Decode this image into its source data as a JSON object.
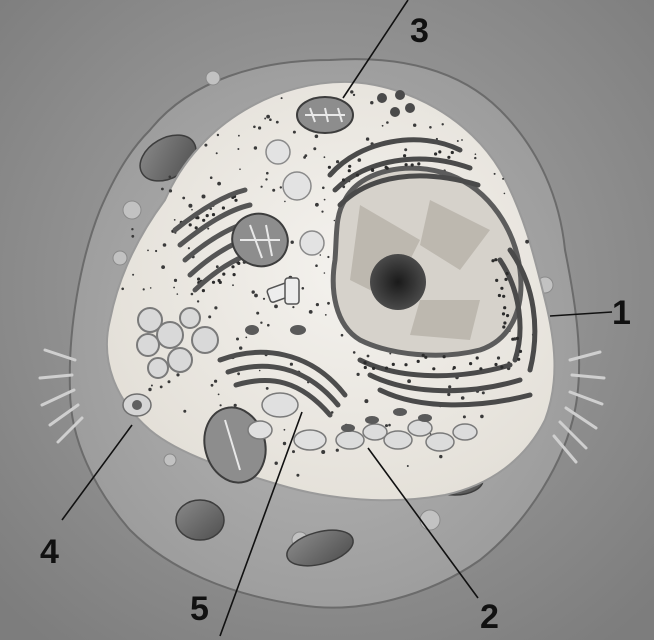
{
  "diagram": {
    "labels": [
      {
        "id": "label-1",
        "text": "1"
      },
      {
        "id": "label-2",
        "text": "2"
      },
      {
        "id": "label-3",
        "text": "3"
      },
      {
        "id": "label-4",
        "text": "4"
      },
      {
        "id": "label-5",
        "text": "5"
      }
    ]
  },
  "colors": {
    "background": "#8f8f8f",
    "cell_outer": "#a5a5a5",
    "cytoplasm": "#ece9e3",
    "organelle_dark": "#5a5a5a",
    "nucleus_fill": "#d4d0c9",
    "nucleolus": "#2b2b2b",
    "label_text": "#111111"
  }
}
